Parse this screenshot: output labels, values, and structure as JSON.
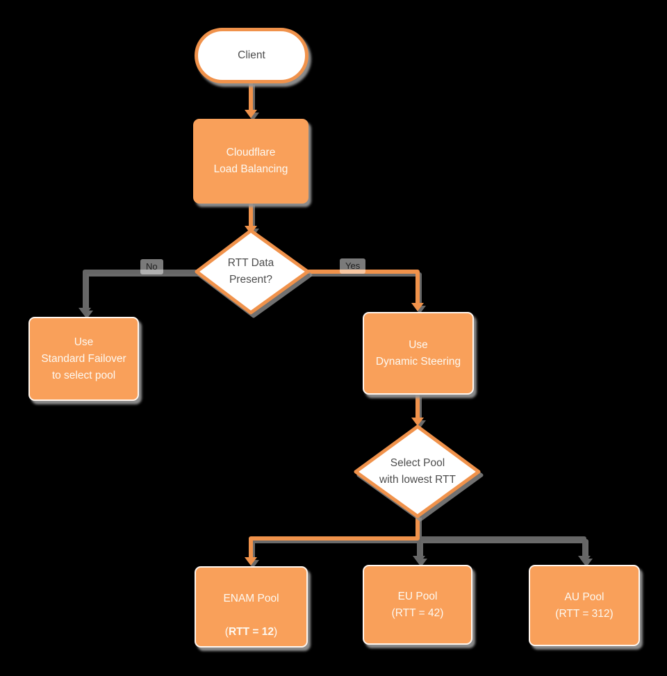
{
  "diagram": {
    "type": "flowchart",
    "nodes": {
      "client": {
        "label": "Client"
      },
      "load_balancer": {
        "label": "Cloudflare\nLoad Balancing"
      },
      "rtt_decision": {
        "label": "RTT Data\nPresent?"
      },
      "standard_failover": {
        "label": "Use\nStandard Failover\nto select pool"
      },
      "dynamic_steering": {
        "label": "Use\nDynamic Steering"
      },
      "select_pool": {
        "label": "Select Pool\nwith lowest RTT"
      },
      "enam_pool": {
        "line1": "ENAM Pool",
        "paren_open": "(",
        "rtt_bold": "RTT = 12",
        "paren_close": ")"
      },
      "eu_pool": {
        "label": "EU Pool\n(RTT = 42)"
      },
      "au_pool": {
        "label": "AU Pool\n(RTT = 312)"
      }
    },
    "edge_labels": {
      "no": "No",
      "yes": "Yes"
    },
    "colors": {
      "background": "#000000",
      "box_fill": "#F9A05A",
      "line_orange": "#F0924B",
      "line_gray": "#666666",
      "shadow_gray": "#8E8E8E",
      "text_on_orange": "#FDF9F2",
      "text_on_white": "#4D4D4D"
    }
  }
}
